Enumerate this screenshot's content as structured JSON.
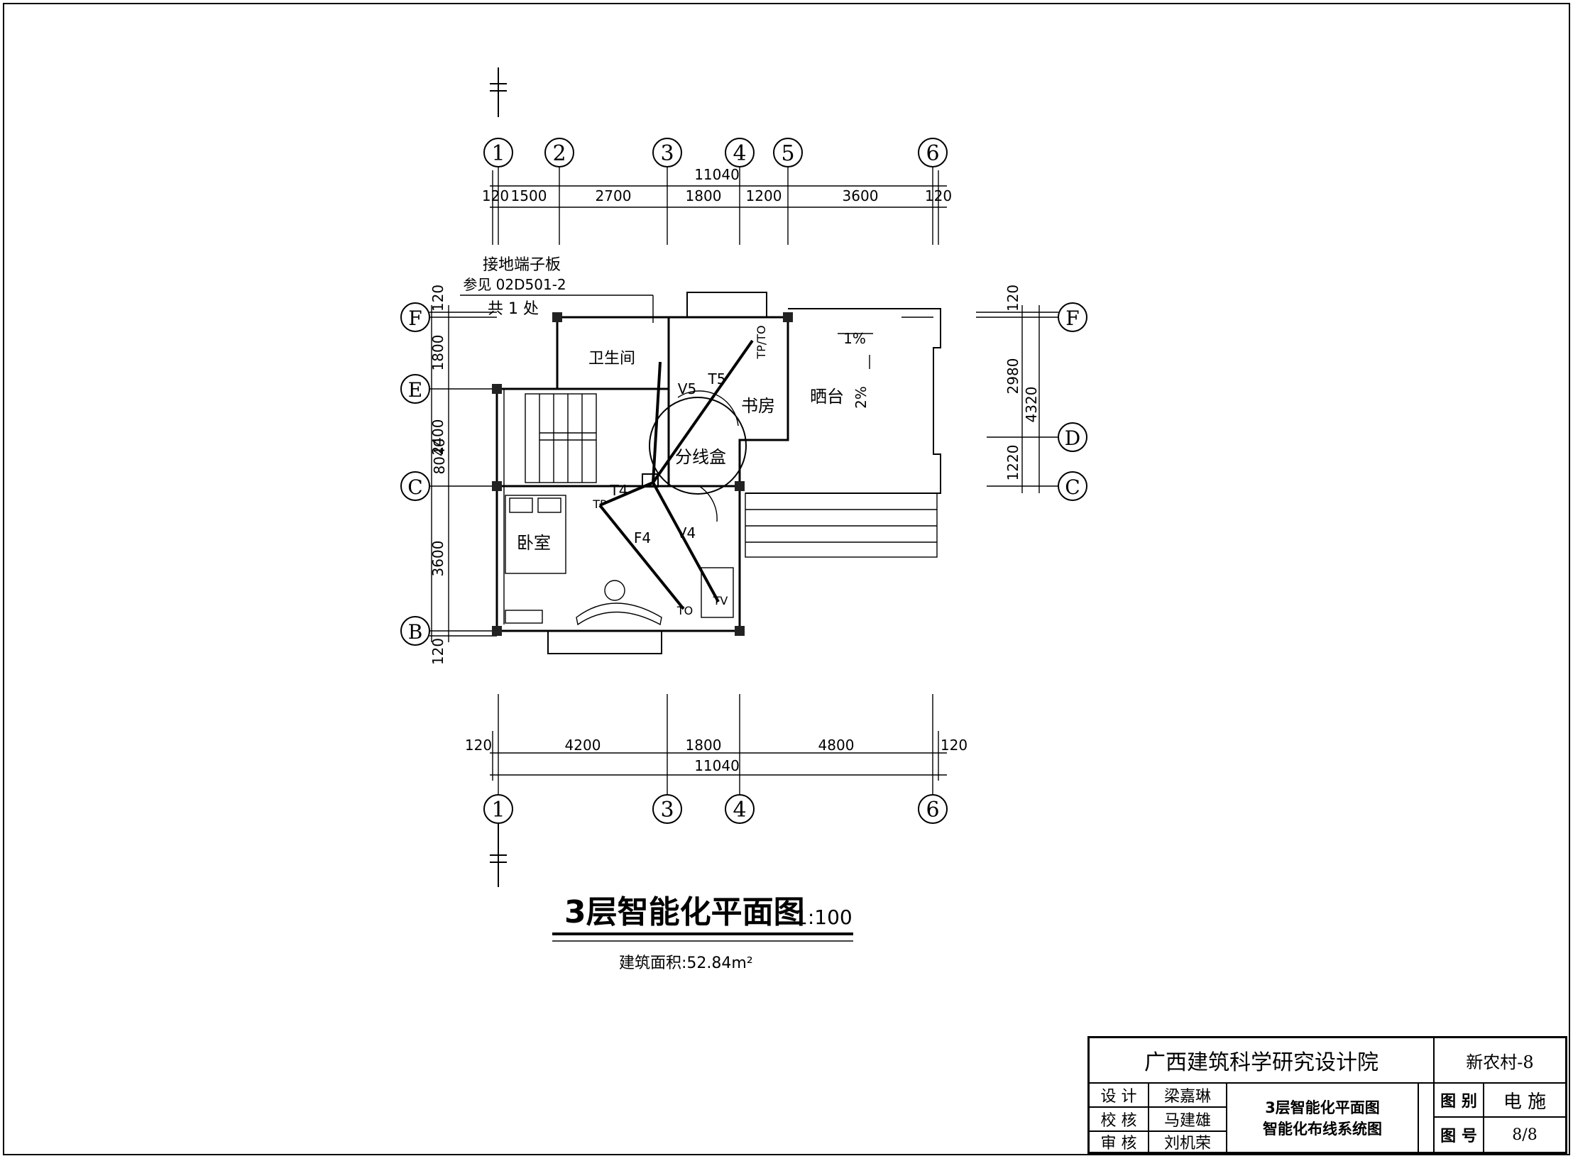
{
  "drawing": {
    "title": "3层智能化平面图",
    "scale": "1:100",
    "area_label": "建筑面积:52.84m²",
    "grounding_note": [
      "接地端子板",
      "参见 02D501-2",
      "共 1 处"
    ]
  },
  "axes": {
    "top_labels": [
      "1",
      "2",
      "3",
      "4",
      "5",
      "6"
    ],
    "bottom_labels": [
      "1",
      "3",
      "4",
      "6"
    ],
    "left_labels": [
      "F",
      "E",
      "C",
      "B"
    ],
    "right_labels": [
      "F",
      "D",
      "C"
    ]
  },
  "dimensions": {
    "top_total": "11040",
    "top_segments": [
      "120",
      "1500",
      "2700",
      "1800",
      "1200",
      "3600",
      "120"
    ],
    "bottom_total": "11040",
    "bottom_segments": [
      "120",
      "4200",
      "1800",
      "4800",
      "120"
    ],
    "left_total": "8040",
    "left_segments": [
      "120",
      "1800",
      "2400",
      "3600",
      "120"
    ],
    "right_total": "4320",
    "right_segments": [
      "120",
      "2980",
      "1220"
    ]
  },
  "rooms": {
    "bathroom": "卫生间",
    "study": "书房",
    "terrace": "晒台",
    "bedroom": "卧室",
    "junction_box": "分线盒"
  },
  "annotations": {
    "v5": "V5",
    "t5": "T5",
    "t4": "T4",
    "f4": "F4",
    "v4": "V4",
    "tp_to": "TP/TO",
    "to": "TO",
    "tv": "TV",
    "tp": "TP",
    "slope_1": "1%",
    "slope_2": "2%"
  },
  "title_block": {
    "institute": "广西建筑科学研究设计院",
    "project": "新农村-8",
    "roles": [
      {
        "role": "设 计",
        "name": "梁嘉琳"
      },
      {
        "role": "校 核",
        "name": "马建雄"
      },
      {
        "role": "审 核",
        "name": "刘机荣"
      }
    ],
    "sheet_title_1": "3层智能化平面图",
    "sheet_title_2": "智能化布线系统图",
    "category_label": "图 别",
    "category_value": "电 施",
    "number_label": "图 号",
    "number_value": "8/8"
  }
}
